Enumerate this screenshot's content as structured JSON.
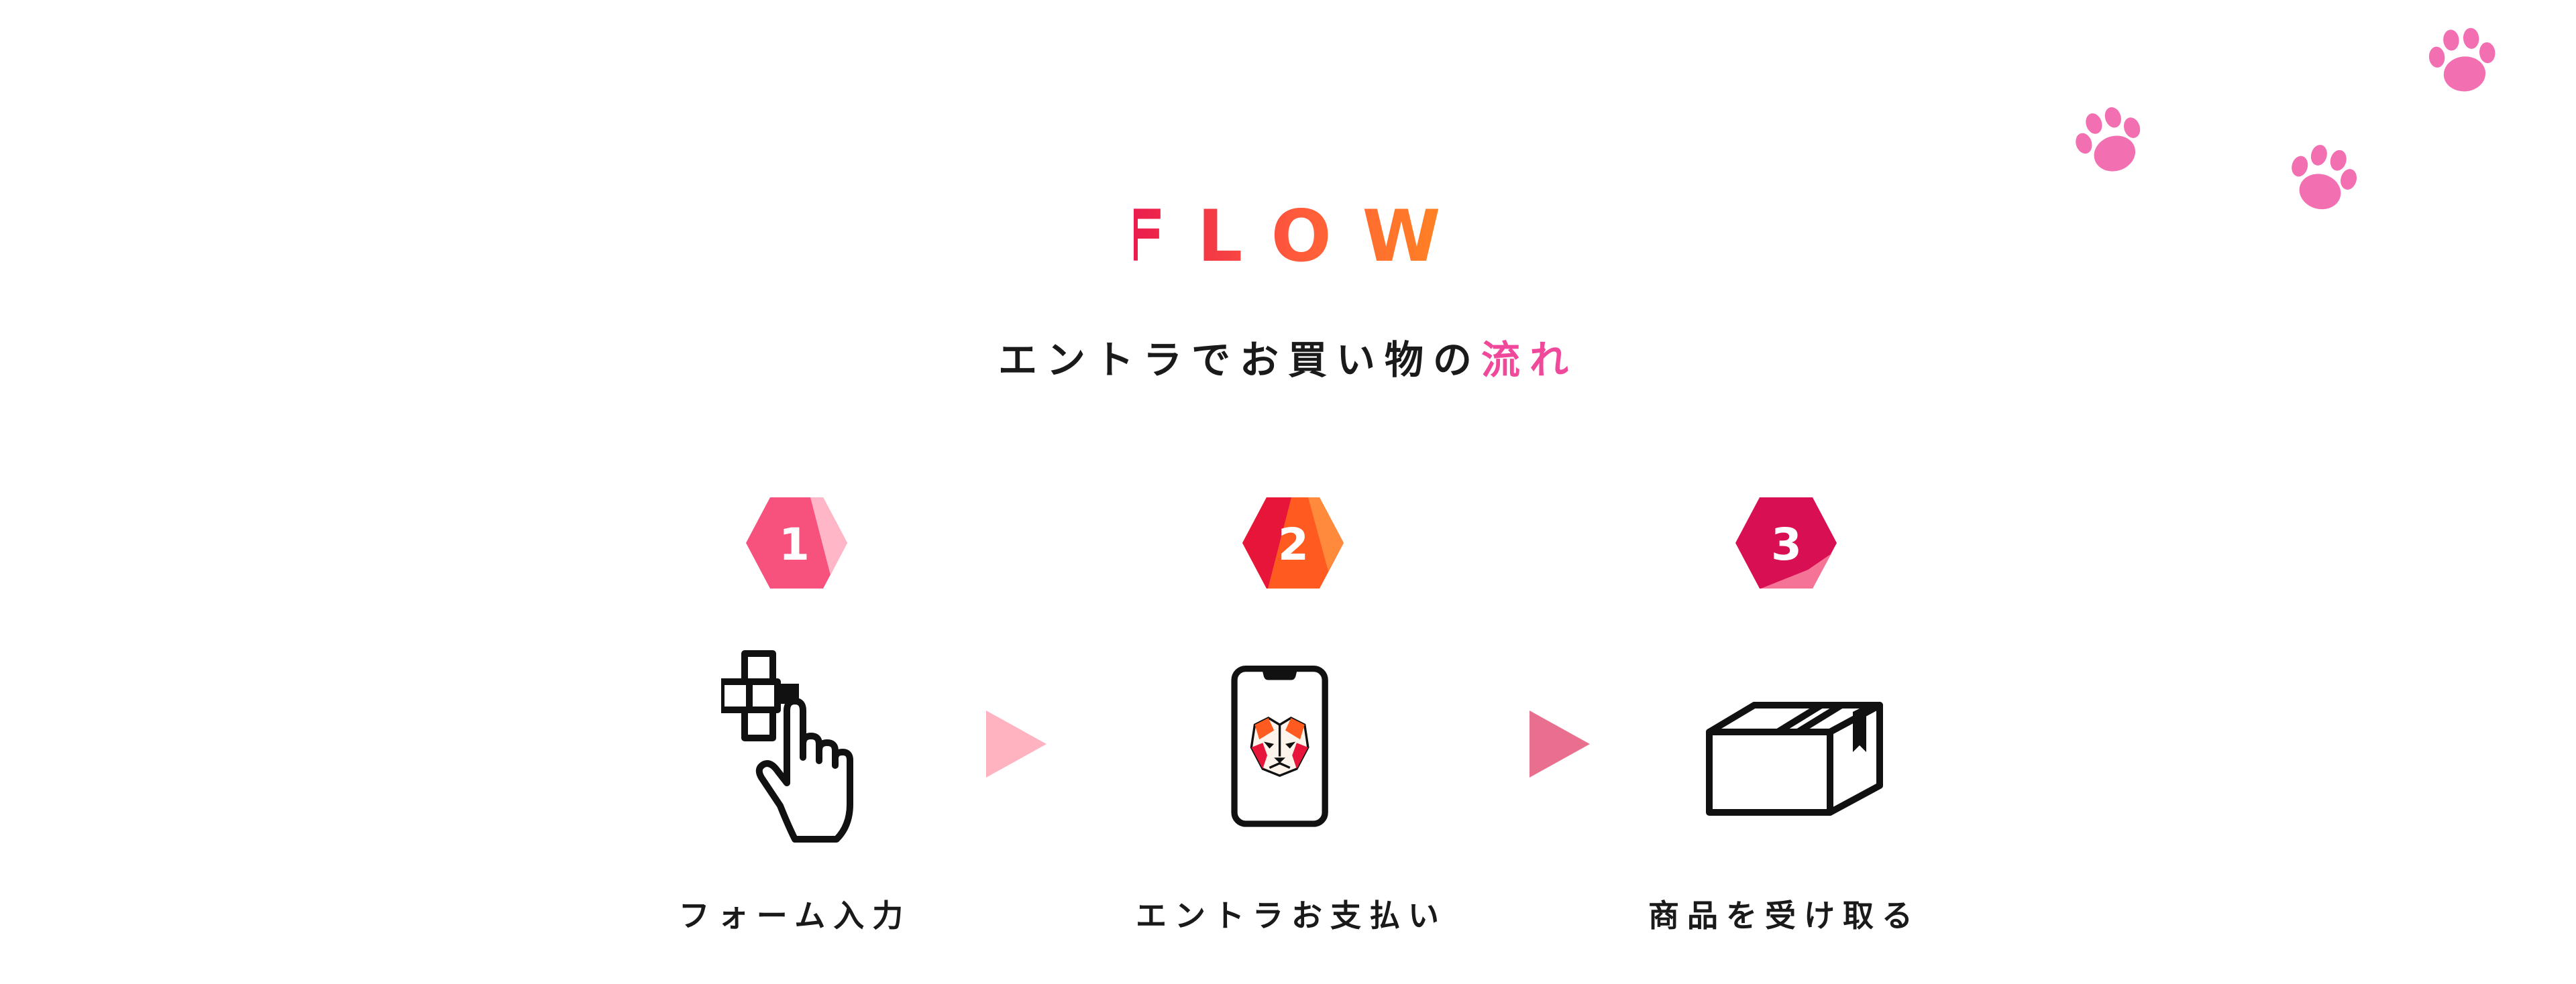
{
  "header": {
    "title": "FLOW",
    "subtitle_main": "エントラでお買い物の",
    "subtitle_accent": "流れ"
  },
  "steps": [
    {
      "number": "1",
      "label": "フォーム入力",
      "icon": "pointer-hand-icon"
    },
    {
      "number": "2",
      "label": "エントラお支払い",
      "icon": "smartphone-tiger-icon"
    },
    {
      "number": "3",
      "label": "商品を受け取る",
      "icon": "package-box-icon"
    }
  ],
  "decorations": {
    "paw_icon": "paw-print-icon",
    "arrow_icon": "triangle-arrow-icon"
  },
  "colors": {
    "accent_pink": "#f0499b",
    "paw_pink": "#f26fb2",
    "badge1": "#f7527e",
    "badge2": "#ff5a1f",
    "badge3": "#d80f52",
    "arrow1": "#ffb3c1",
    "arrow2": "#e8708e"
  }
}
